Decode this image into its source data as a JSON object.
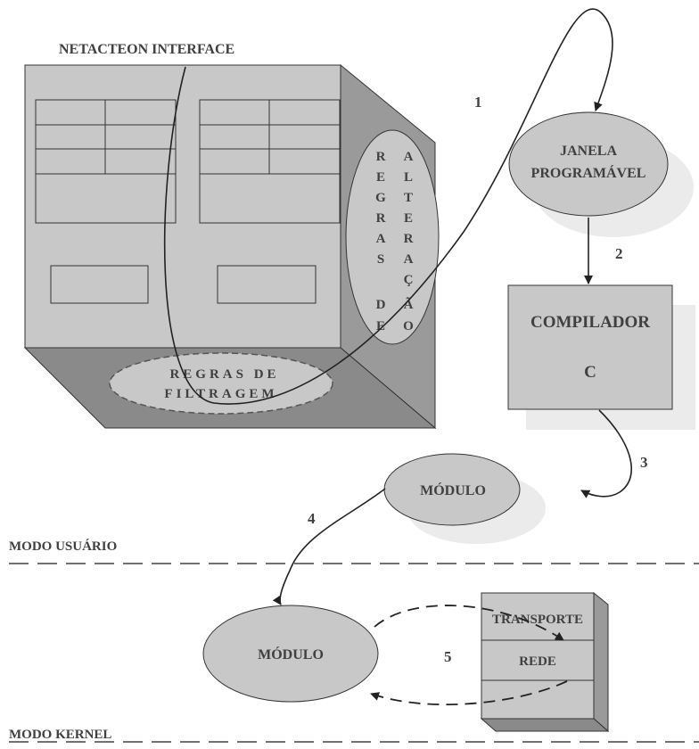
{
  "title": "NETACTEON  INTERFACE",
  "regras_alteracao": {
    "col1": [
      "R",
      "E",
      "G",
      "R",
      "A",
      "S",
      "",
      "D",
      "E"
    ],
    "col2": [
      "A",
      "L",
      "T",
      "E",
      "R",
      "A",
      "Ç",
      "Ã",
      "O"
    ]
  },
  "regras_filtragem": {
    "line1": "REGRAS  DE",
    "line2": "FILTRAGEM"
  },
  "janela": {
    "line1": "JANELA",
    "line2": "PROGRAMÁVEL"
  },
  "compilador": {
    "line1": "COMPILADOR",
    "line2": "C"
  },
  "modulo_user": "MÓDULO",
  "modulo_kernel": "MÓDULO",
  "stack": {
    "transporte": "TRANSPORTE",
    "rede": "REDE"
  },
  "steps": [
    "1",
    "2",
    "3",
    "4",
    "5"
  ],
  "modes": {
    "user": "MODO USUÁRIO",
    "kernel": "MODO KERNEL"
  },
  "colors": {
    "box_fill": "#c8c8c8",
    "shadow": "#ebebeb",
    "dark": "#8c8c8c",
    "text": "#404040"
  }
}
